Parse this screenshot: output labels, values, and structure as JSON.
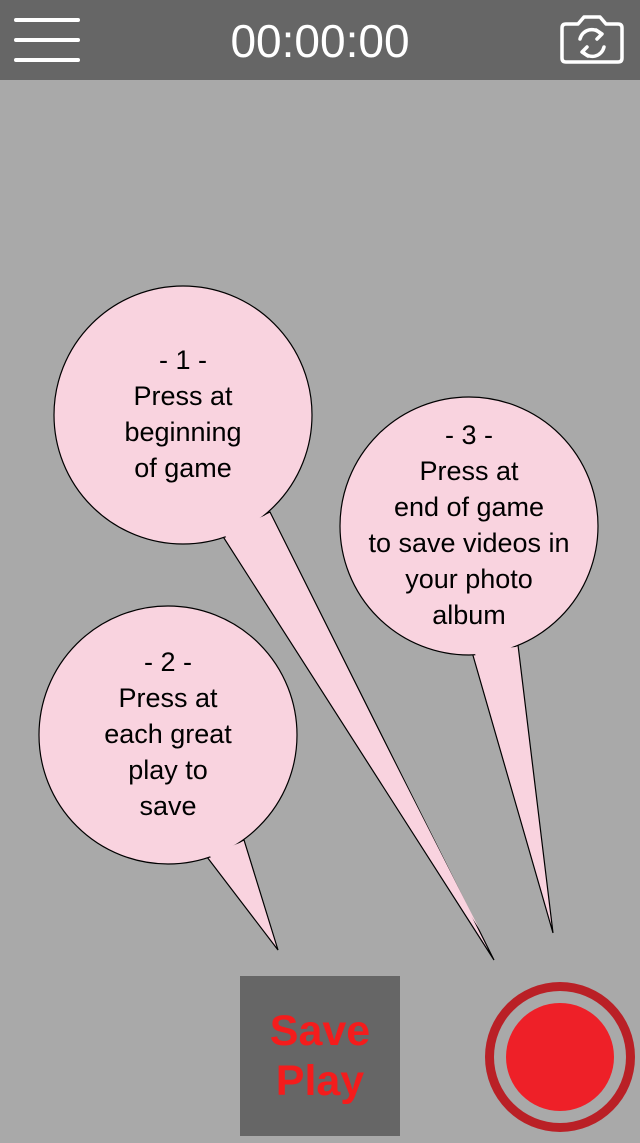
{
  "header": {
    "timer": "00:00:00"
  },
  "icons": {
    "menu": "hamburger-menu-icon",
    "camera": "camera-switch-icon",
    "record": "record-icon"
  },
  "colors": {
    "background": "#a9a9a9",
    "topbar": "#666666",
    "bubble_fill": "#f9d3df",
    "save_play_text": "#f41c1c",
    "record_ring": "#ba2026",
    "record_dot": "#ee2028"
  },
  "bubbles": [
    {
      "step": "- 1 -",
      "lines": [
        "Press at",
        "beginning",
        "of game"
      ]
    },
    {
      "step": "- 2 -",
      "lines": [
        "Press at",
        "each great",
        "play to",
        "save"
      ]
    },
    {
      "step": "- 3 -",
      "lines": [
        "Press at",
        "end of game",
        "to save videos in",
        "your photo",
        "album"
      ]
    }
  ],
  "save_play": {
    "line1": "Save",
    "line2": "Play"
  }
}
